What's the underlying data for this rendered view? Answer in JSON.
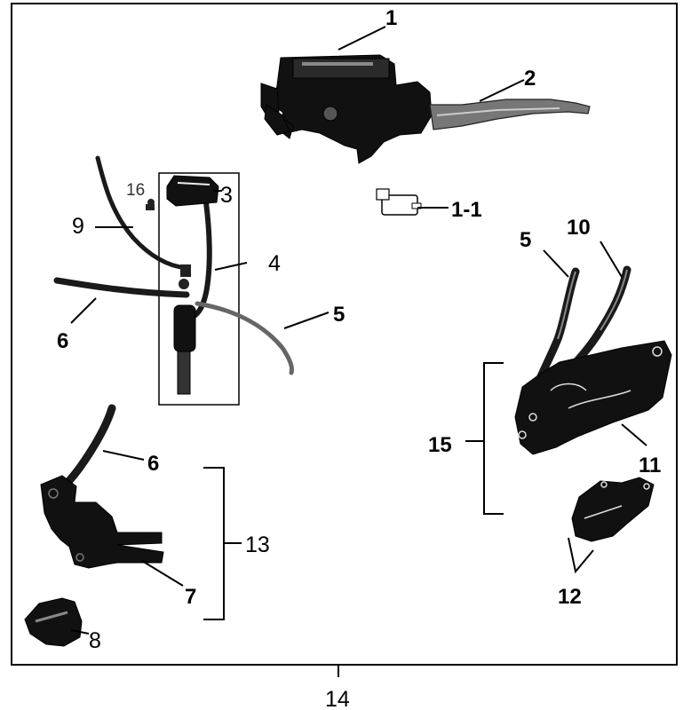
{
  "callouts": {
    "c1": "1",
    "c2": "2",
    "c1_1": "1-1",
    "c16": "16",
    "c3": "3",
    "c9": "9",
    "c4": "4",
    "c6a": "6",
    "c5a": "5",
    "c5b": "5",
    "c10": "10",
    "c15": "15",
    "c11": "11",
    "c6b": "6",
    "c13": "13",
    "c7": "7",
    "c8": "8",
    "c12": "12",
    "c14": "14"
  }
}
